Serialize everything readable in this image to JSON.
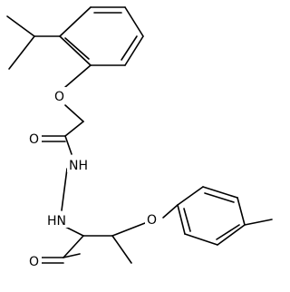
{
  "atoms": {
    "ether_o_top": "O",
    "carbonyl_o_top": "O",
    "nh_upper": "NH",
    "nh_lower": "HN",
    "ether_o_bottom": "O",
    "carbonyl_o_bottom": "O"
  },
  "colors": {
    "bond": "#000000",
    "label": "#000000",
    "background": "#ffffff"
  }
}
